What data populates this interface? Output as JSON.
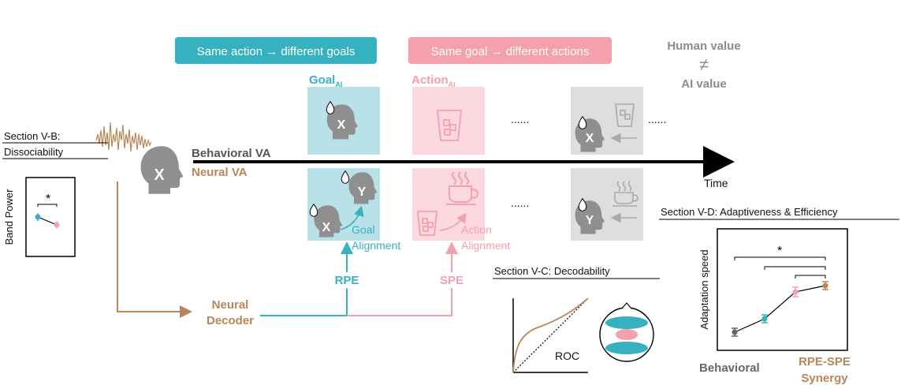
{
  "banners": {
    "same_action": "Same action → different goals",
    "same_goal": "Same goal → different actions"
  },
  "value_note": {
    "line1": "Human value",
    "neq": "≠",
    "line2": "AI value"
  },
  "labels": {
    "goal": "Goal",
    "goal_sub": "AI",
    "action": "Action",
    "action_sub": "AI",
    "behavioral_va": "Behavioral VA",
    "neural_va": "Neural VA",
    "time": "Time",
    "ellipsis": "......",
    "goal_alignment_1": "Goal",
    "goal_alignment_2": "Alignment",
    "action_alignment_1": "Action",
    "action_alignment_2": "Alignment",
    "rpe": "RPE",
    "spe": "SPE",
    "neural_decoder_1": "Neural",
    "neural_decoder_2": "Decoder",
    "x": "X",
    "y": "Y"
  },
  "section_vb": {
    "title_1": "Section V-B:",
    "title_2": "Dissociability",
    "ylabel": "Band Power",
    "sig": "*"
  },
  "section_vc": {
    "title": "Section V-C: Decodability",
    "roc": "ROC"
  },
  "section_vd": {
    "title": "Section V-D: Adaptiveness & Efficiency",
    "ylabel": "Adaptation speed",
    "sig": "*",
    "x_behavioral": "Behavioral",
    "x_synergy_1": "RPE-SPE",
    "x_synergy_2": "Synergy"
  },
  "colors": {
    "teal": "#35b1bf",
    "pink": "#f4a0ad",
    "brown": "#b9865a",
    "gray": "#8c8c8c",
    "light_teal": "#b9e2e8",
    "light_pink": "#fbd9df",
    "light_gray": "#dedede",
    "head": "#8f8f8f"
  }
}
